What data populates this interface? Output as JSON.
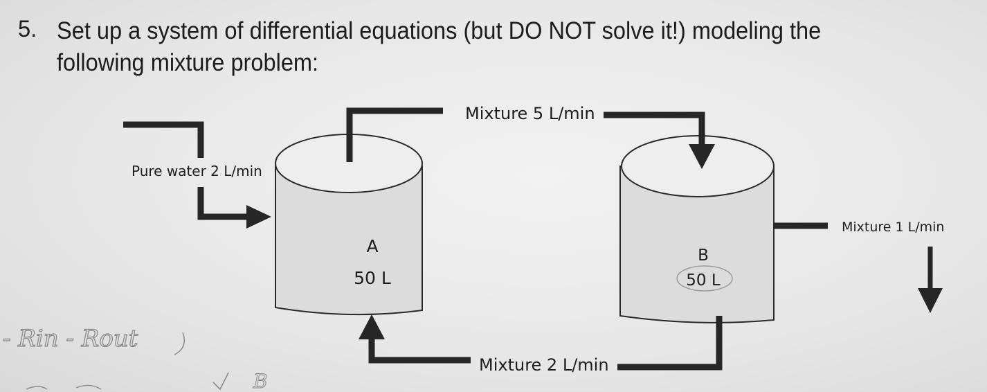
{
  "problem": {
    "number": "5.",
    "text": "Set up a system of differential equations (but DO NOT solve it!) modeling the following mixture problem:"
  },
  "diagram": {
    "tank_a": {
      "name": "A",
      "volume": "50 L"
    },
    "tank_b": {
      "name": "B",
      "volume": "50 L"
    },
    "flows": {
      "pure_water_in_a": "Pure water 2 L/min",
      "a_to_b": "Mixture 5 L/min",
      "b_to_a": "Mixture 2 L/min",
      "b_out": "Mixture 1 L/min"
    }
  },
  "handwriting": {
    "rate_note": "- Rin - Rout",
    "tank_note": "B"
  },
  "colors": {
    "pipe": "#262626",
    "tank_fill": "#dcdcdc",
    "tank_stroke": "#2a2a2a",
    "handwriting_ink": "#8b8b8b"
  }
}
